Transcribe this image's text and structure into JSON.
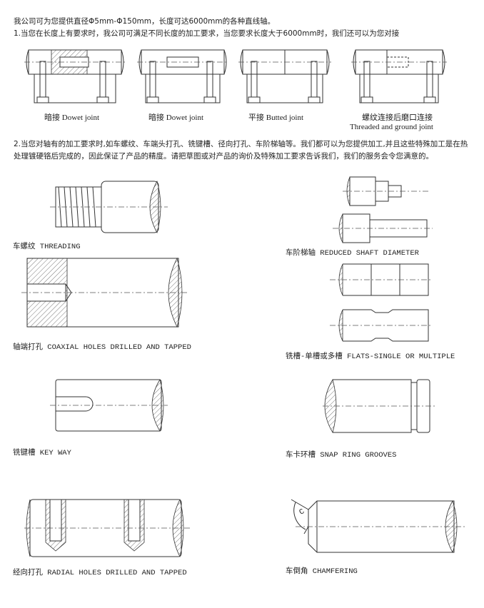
{
  "intro": {
    "line1": "我公司可为您提供直径Φ5mm-Φ150mm，长度可达6000mm的各种直线轴。",
    "line2": "1.当您在长度上有要求时，我公司可满足不同长度的加工要求，当您要求长度大于6000mm时，我们还可以为您对接"
  },
  "joints": [
    {
      "label": "暗接  Dowet joint"
    },
    {
      "label": "暗接  Dowet joint"
    },
    {
      "label": "平接   Butted joint"
    },
    {
      "label": "螺纹连接后磨口连接",
      "sublabel": "Threaded and ground joint"
    }
  ],
  "paragraph2": "2.当您对轴有的加工要求时,如车螺纹、车端头打孔、铣键槽、径向打孔、车阶梯轴等。我们都可以为您提供加工,并且这些特殊加工是在热处理镀硬铬后完成的，因此保证了产品的精度。请把草图或对产品的询价及特殊加工要求告诉我们，我们的服务会令您满意的。",
  "processes": {
    "threading": "车螺纹 THREADING",
    "reduced": "车阶梯轴 REDUCED SHAFT DIAMETER",
    "coaxial": "轴端打孔 COAXIAL HOLES DRILLED AND TAPPED",
    "flats": "铣槽-单槽或多槽 FLATS-SINGLE OR MULTIPLE",
    "keyway": "铣键槽 KEY WAY",
    "snapring": "车卡环槽 SNAP RING GROOVES",
    "radial": "经向打孔 RADIAL HOLES DRILLED AND TAPPED",
    "chamfer": "车倒角 CHAMFERING",
    "chamfer_mark": "C"
  }
}
